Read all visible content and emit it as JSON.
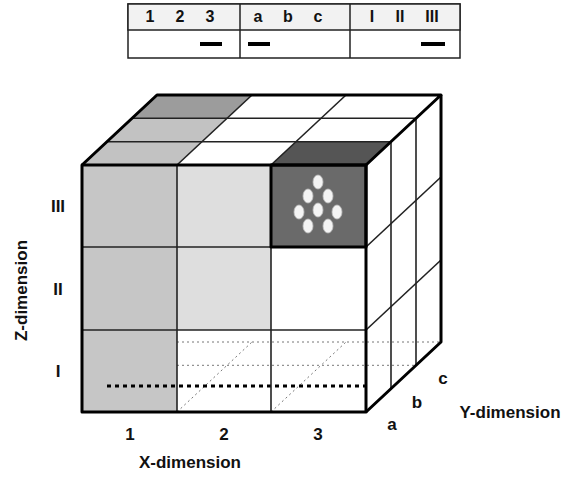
{
  "diagram": {
    "labels": [
      "1",
      "2",
      "3",
      "a",
      "b",
      "c",
      "I",
      "II",
      "III",
      "III",
      "II",
      "I",
      "Z-dimension",
      "1",
      "2",
      "3",
      "X-dimension",
      "a",
      "b",
      "c",
      "Y-dimension"
    ]
  }
}
